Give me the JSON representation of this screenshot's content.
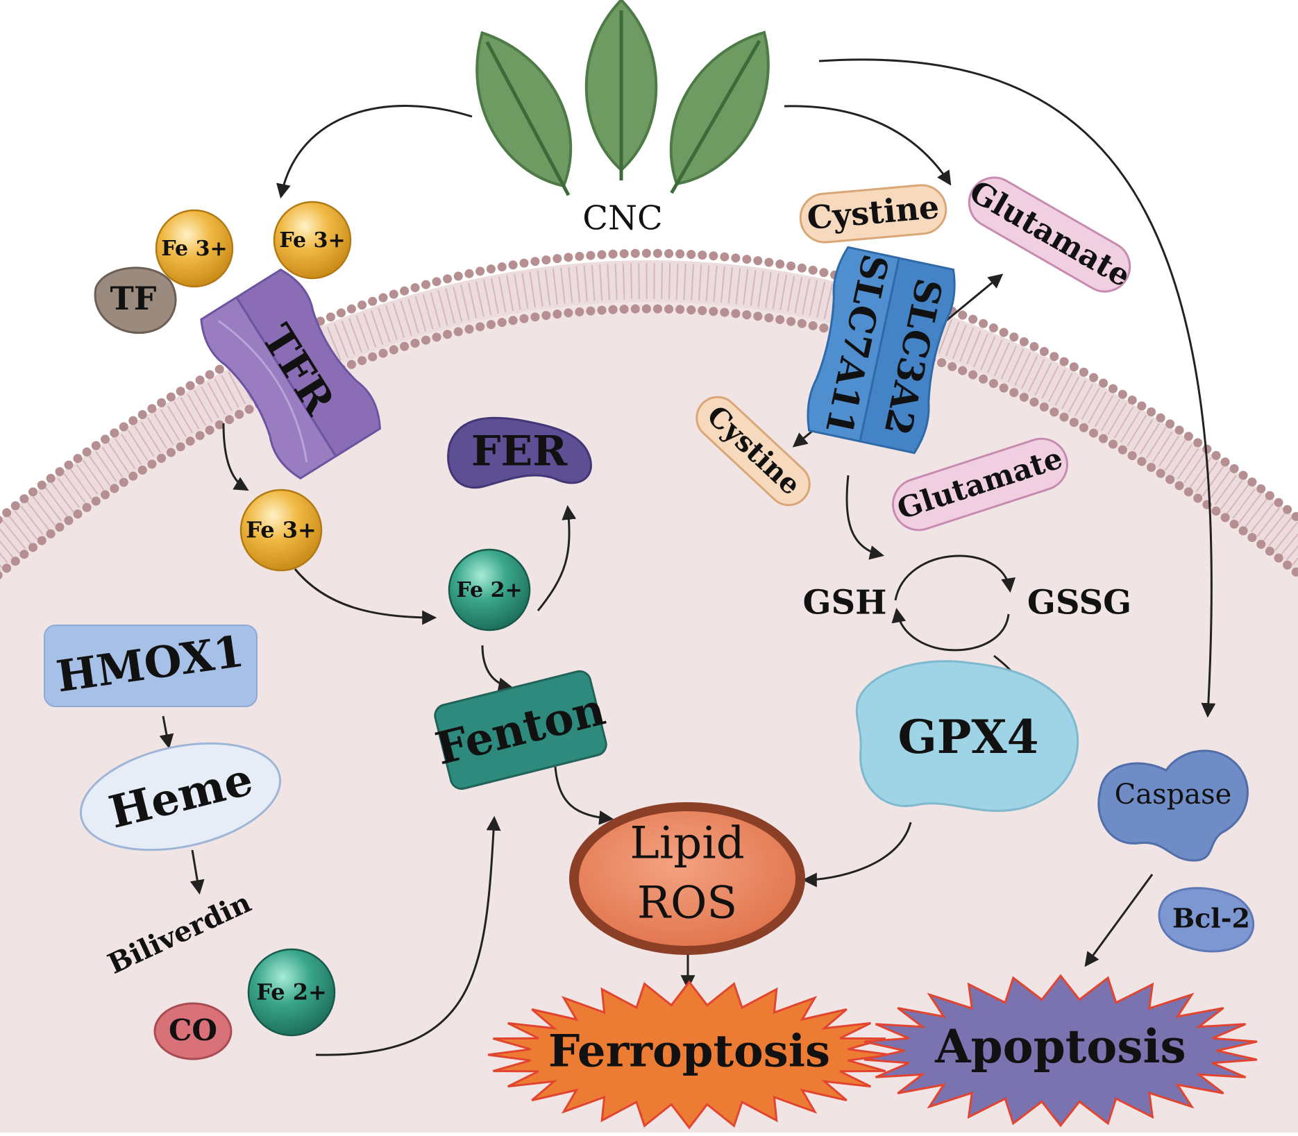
{
  "colors": {
    "cytoplasm": "#f1e4e5",
    "membrane_head": "#b58f92",
    "membrane_tail": "#d7b7ba",
    "leaf": "#6f9a62",
    "leaf_vein": "#3c6a3a",
    "fe3": "#f0b842",
    "fe2": "#3aa68a",
    "tf": "#9b8a7e",
    "tfr": "#9a7cc0",
    "fer": "#5e4f95",
    "slc": "#4f8ecf",
    "cystine": "#f7d9bd",
    "glutamate": "#f0cfe0",
    "hmox1": "#a6c0e8",
    "heme": "#e7edf6",
    "fenton": "#2f8a7e",
    "gpx4": "#9fd3e6",
    "lipid_ros": "#e0744c",
    "lipid_ros_rim": "#8a3f26",
    "caspase": "#6f8cc6",
    "bcl2": "#7c97d2",
    "co": "#d97178",
    "ferroptosis": "#ec7c34",
    "apoptosis": "#7a73b0",
    "burst_edge": "#e1452f",
    "arrow": "#222222"
  },
  "labels": {
    "cnc": "CNC",
    "tf": "TF",
    "fe3_outside_1": "Fe 3+",
    "fe3_outside_2": "Fe 3+",
    "tfr": "TFR",
    "fe3_inside": "Fe 3+",
    "fer": "FER",
    "fe2_center": "Fe 2+",
    "fenton": "Fenton",
    "hmox1": "HMOX1",
    "heme": "Heme",
    "biliverdin": "Biliverdin",
    "co": "CO",
    "fe2_bottom": "Fe 2+",
    "cystine_outside": "Cystine",
    "glutamate_outside": "Glutamate",
    "slc7a11": "SLC7A11",
    "slc3a2": "SLC3A2",
    "cystine_inside": "Cystine",
    "glutamate_inside": "Glutamate",
    "gsh": "GSH",
    "gssg": "GSSG",
    "gpx4": "GPX4",
    "lipid_ros_line1": "Lipid",
    "lipid_ros_line2": "ROS",
    "caspase": "Caspase",
    "bcl2": "Bcl-2",
    "ferroptosis": "Ferroptosis",
    "apoptosis": "Apoptosis"
  }
}
